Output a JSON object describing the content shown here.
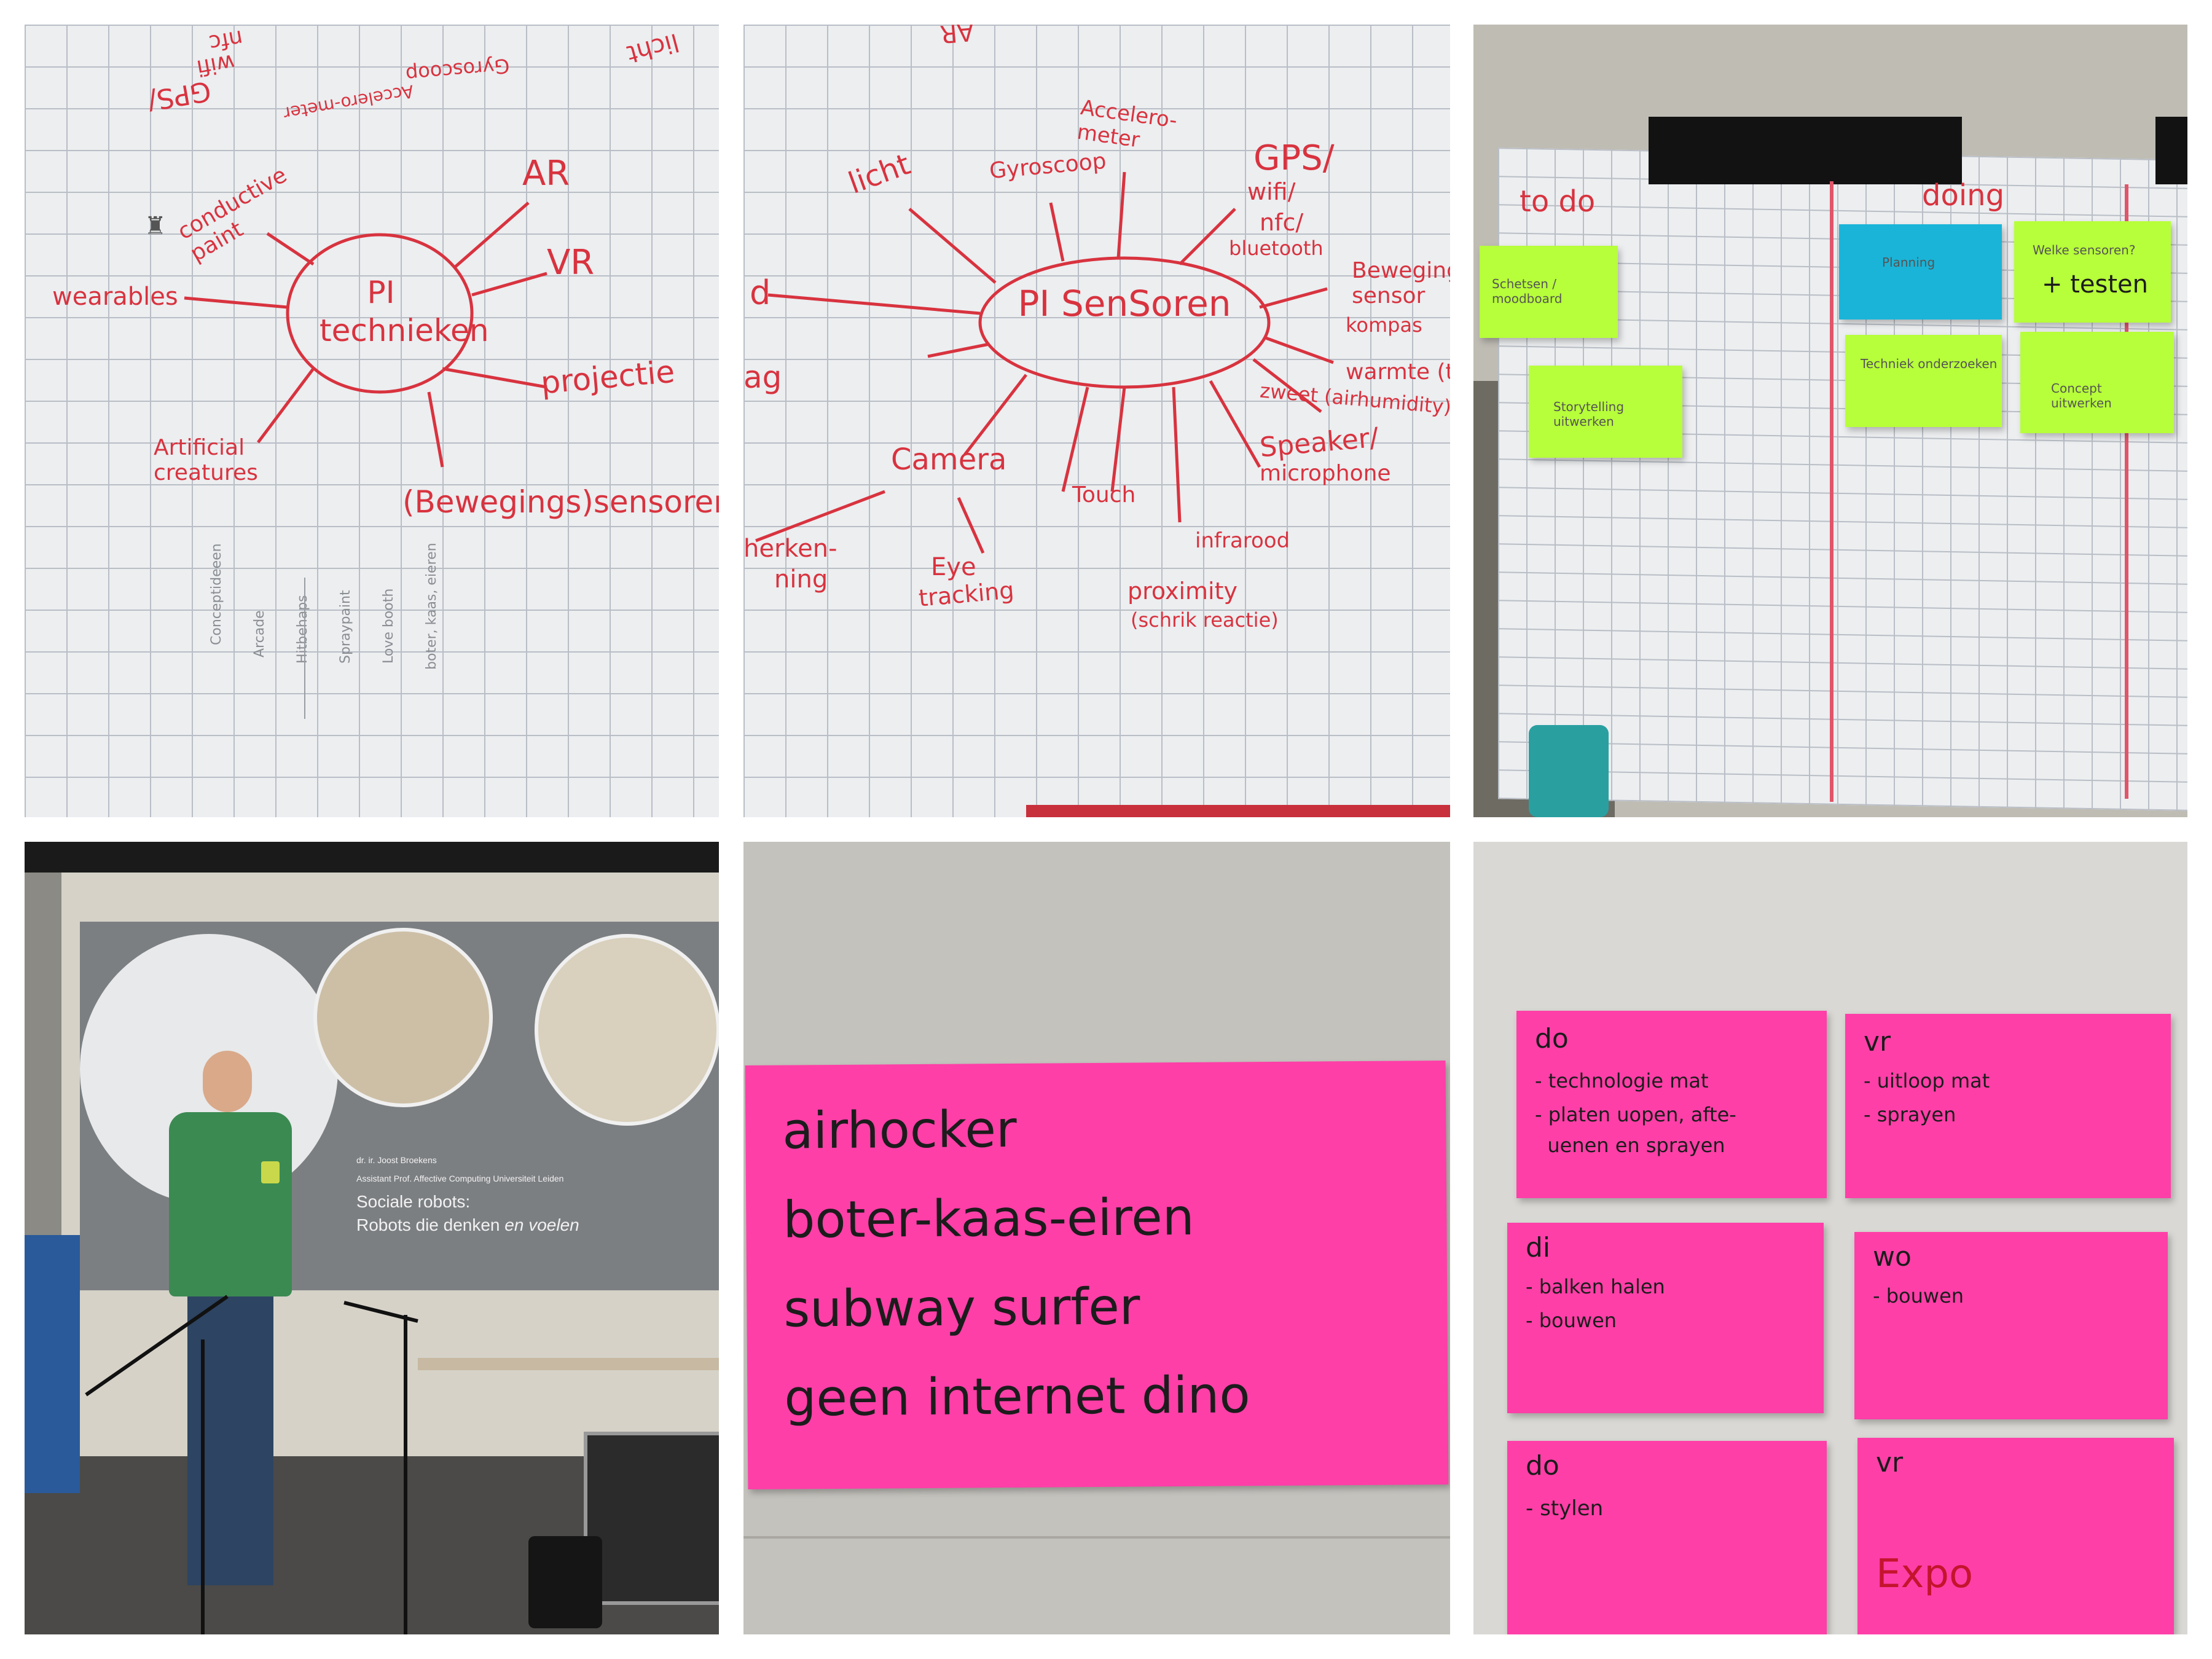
{
  "colors": {
    "marker_red": "#d8333f",
    "sticky_pink": "#ff3fa8",
    "sticky_green": "#b7ff3a",
    "sticky_blue": "#1ab4d8",
    "paper": "#eceef0"
  },
  "panel1": {
    "top_words": [
      "GPS/",
      "wifi",
      "nfc",
      "Accelero-meter",
      "Gyroscoop",
      "licht"
    ],
    "center": "PI technieken",
    "branches": [
      "AR",
      "VR",
      "conductive paint",
      "wearables",
      "projectie",
      "Artificial creatures",
      "(Bewegings)sensoren"
    ],
    "pencil_notes": [
      "Conceptideeen",
      "Arcade",
      "Hitbehaps",
      "Spraypaint",
      "Love booth",
      "boter, kaas, eieren"
    ]
  },
  "panel2": {
    "center": "PI SenSoren",
    "branches": [
      "licht",
      "Gyroscoop",
      "Accelero-meter",
      "GPS/",
      "wifi/",
      "nfc/",
      "bluetooth",
      "Bewegings sensor",
      "kompas",
      "warmte (t",
      "zweet (airhumidity)",
      "Speaker/",
      "microphone",
      "infrarood",
      "proximity",
      "(schrik reactie)",
      "Touch",
      "Eye",
      "tracking",
      "Camera",
      "herken-",
      "ning",
      "d",
      "ag",
      "AR"
    ]
  },
  "panel3": {
    "columns": [
      "to do",
      "doing"
    ],
    "notes": [
      "Schetsen / moodboard",
      "Storytelling uitwerken",
      "Planning",
      "Welke sensoren?",
      "+ testen",
      "Techniek onderzoeken",
      "Concept uitwerken"
    ]
  },
  "panel4": {
    "slide_name": "dr. ir. Joost Broekens",
    "slide_role": "Assistant Prof. Affective Computing Universiteit Leiden",
    "slide_title_1": "Sociale robots:",
    "slide_title_2_plain": "Robots die denken ",
    "slide_title_2_italic": "en voelen"
  },
  "panel5": {
    "lines": [
      "airhocker",
      "boter-kaas-eiren",
      "subway surfer",
      "geen internet dino"
    ]
  },
  "panel6": {
    "notes": [
      {
        "day": "do",
        "items": [
          "- technologie mat",
          "- platen uopen, afte-",
          "  uenen en sprayen"
        ]
      },
      {
        "day": "vr",
        "items": [
          "- uitloop mat",
          "- sprayen"
        ]
      },
      {
        "day": "di",
        "items": [
          "- balken halen",
          "- bouwen"
        ]
      },
      {
        "day": "wo",
        "items": [
          "- bouwen"
        ]
      },
      {
        "day": "do",
        "items": [
          "- stylen"
        ]
      },
      {
        "day": "vr",
        "items": [
          "Expo"
        ]
      }
    ]
  }
}
